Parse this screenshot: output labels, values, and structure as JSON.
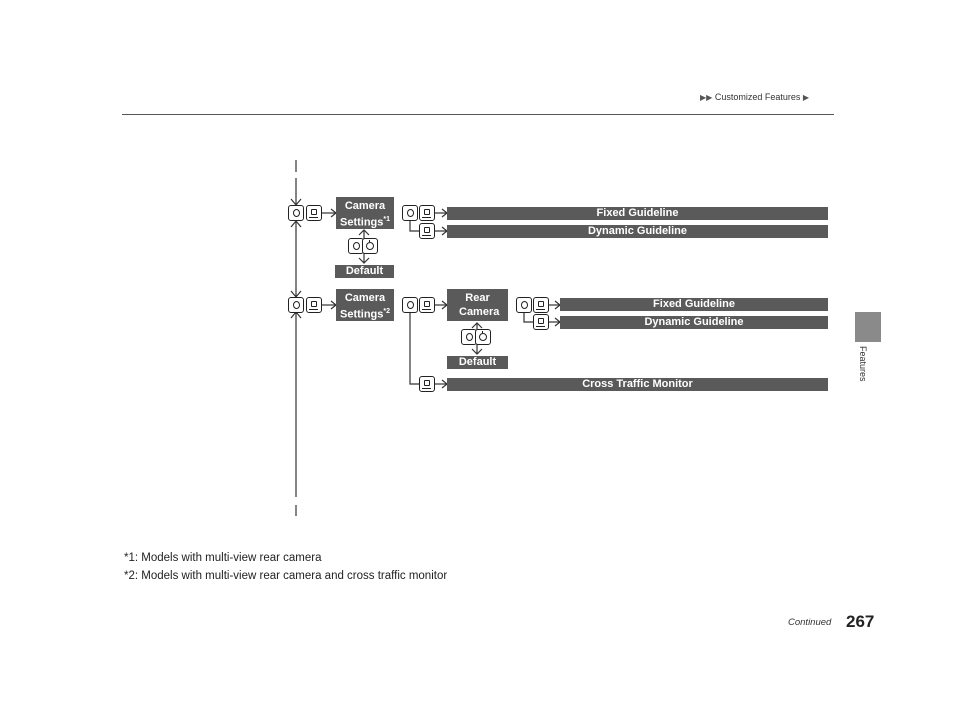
{
  "header": {
    "breadcrumb": "Customized Features"
  },
  "side_tab": {
    "label": "Features"
  },
  "diagram": {
    "block1": {
      "menu_box": {
        "text": "Camera Settings",
        "note": "*1"
      },
      "options": [
        "Fixed Guideline",
        "Dynamic Guideline"
      ],
      "default_label": "Default"
    },
    "block2": {
      "menu_box": {
        "text": "Camera Settings",
        "note": "*2"
      },
      "sub_box": "Rear Camera",
      "options": [
        "Fixed Guideline",
        "Dynamic Guideline"
      ],
      "default_label": "Default",
      "extra_option": "Cross Traffic Monitor"
    }
  },
  "footnotes": [
    "*1: Models with multi-view rear camera",
    "*2: Models with multi-view rear camera and cross traffic monitor"
  ],
  "footer": {
    "continued": "Continued",
    "page_number": "267"
  }
}
